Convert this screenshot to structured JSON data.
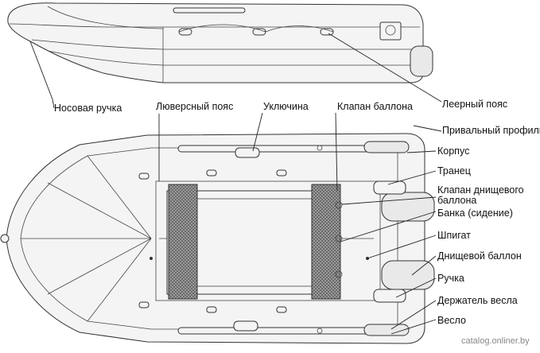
{
  "labels": {
    "nose_handle": "Носовая ручка",
    "grommet_belt": "Люверсный пояс",
    "oarlock": "Уключина",
    "tube_valve": "Клапан баллона",
    "rope_belt": "Леерный пояс",
    "mooring_profile": "Привальный профиль",
    "hull": "Корпус",
    "transom": "Транец",
    "keel_valve_line1": "Клапан днищевого",
    "keel_valve_line2": "баллона",
    "bench": "Банка (сидение)",
    "scupper": "Шпигат",
    "keel_tube": "Днищевой баллон",
    "handle": "Ручка",
    "oar_holder": "Держатель весла",
    "oar": "Весло"
  },
  "watermark": "catalog.onliner.by",
  "colors": {
    "line": "#222222",
    "fill": "#f4f4f4",
    "mesh": "#555555"
  }
}
